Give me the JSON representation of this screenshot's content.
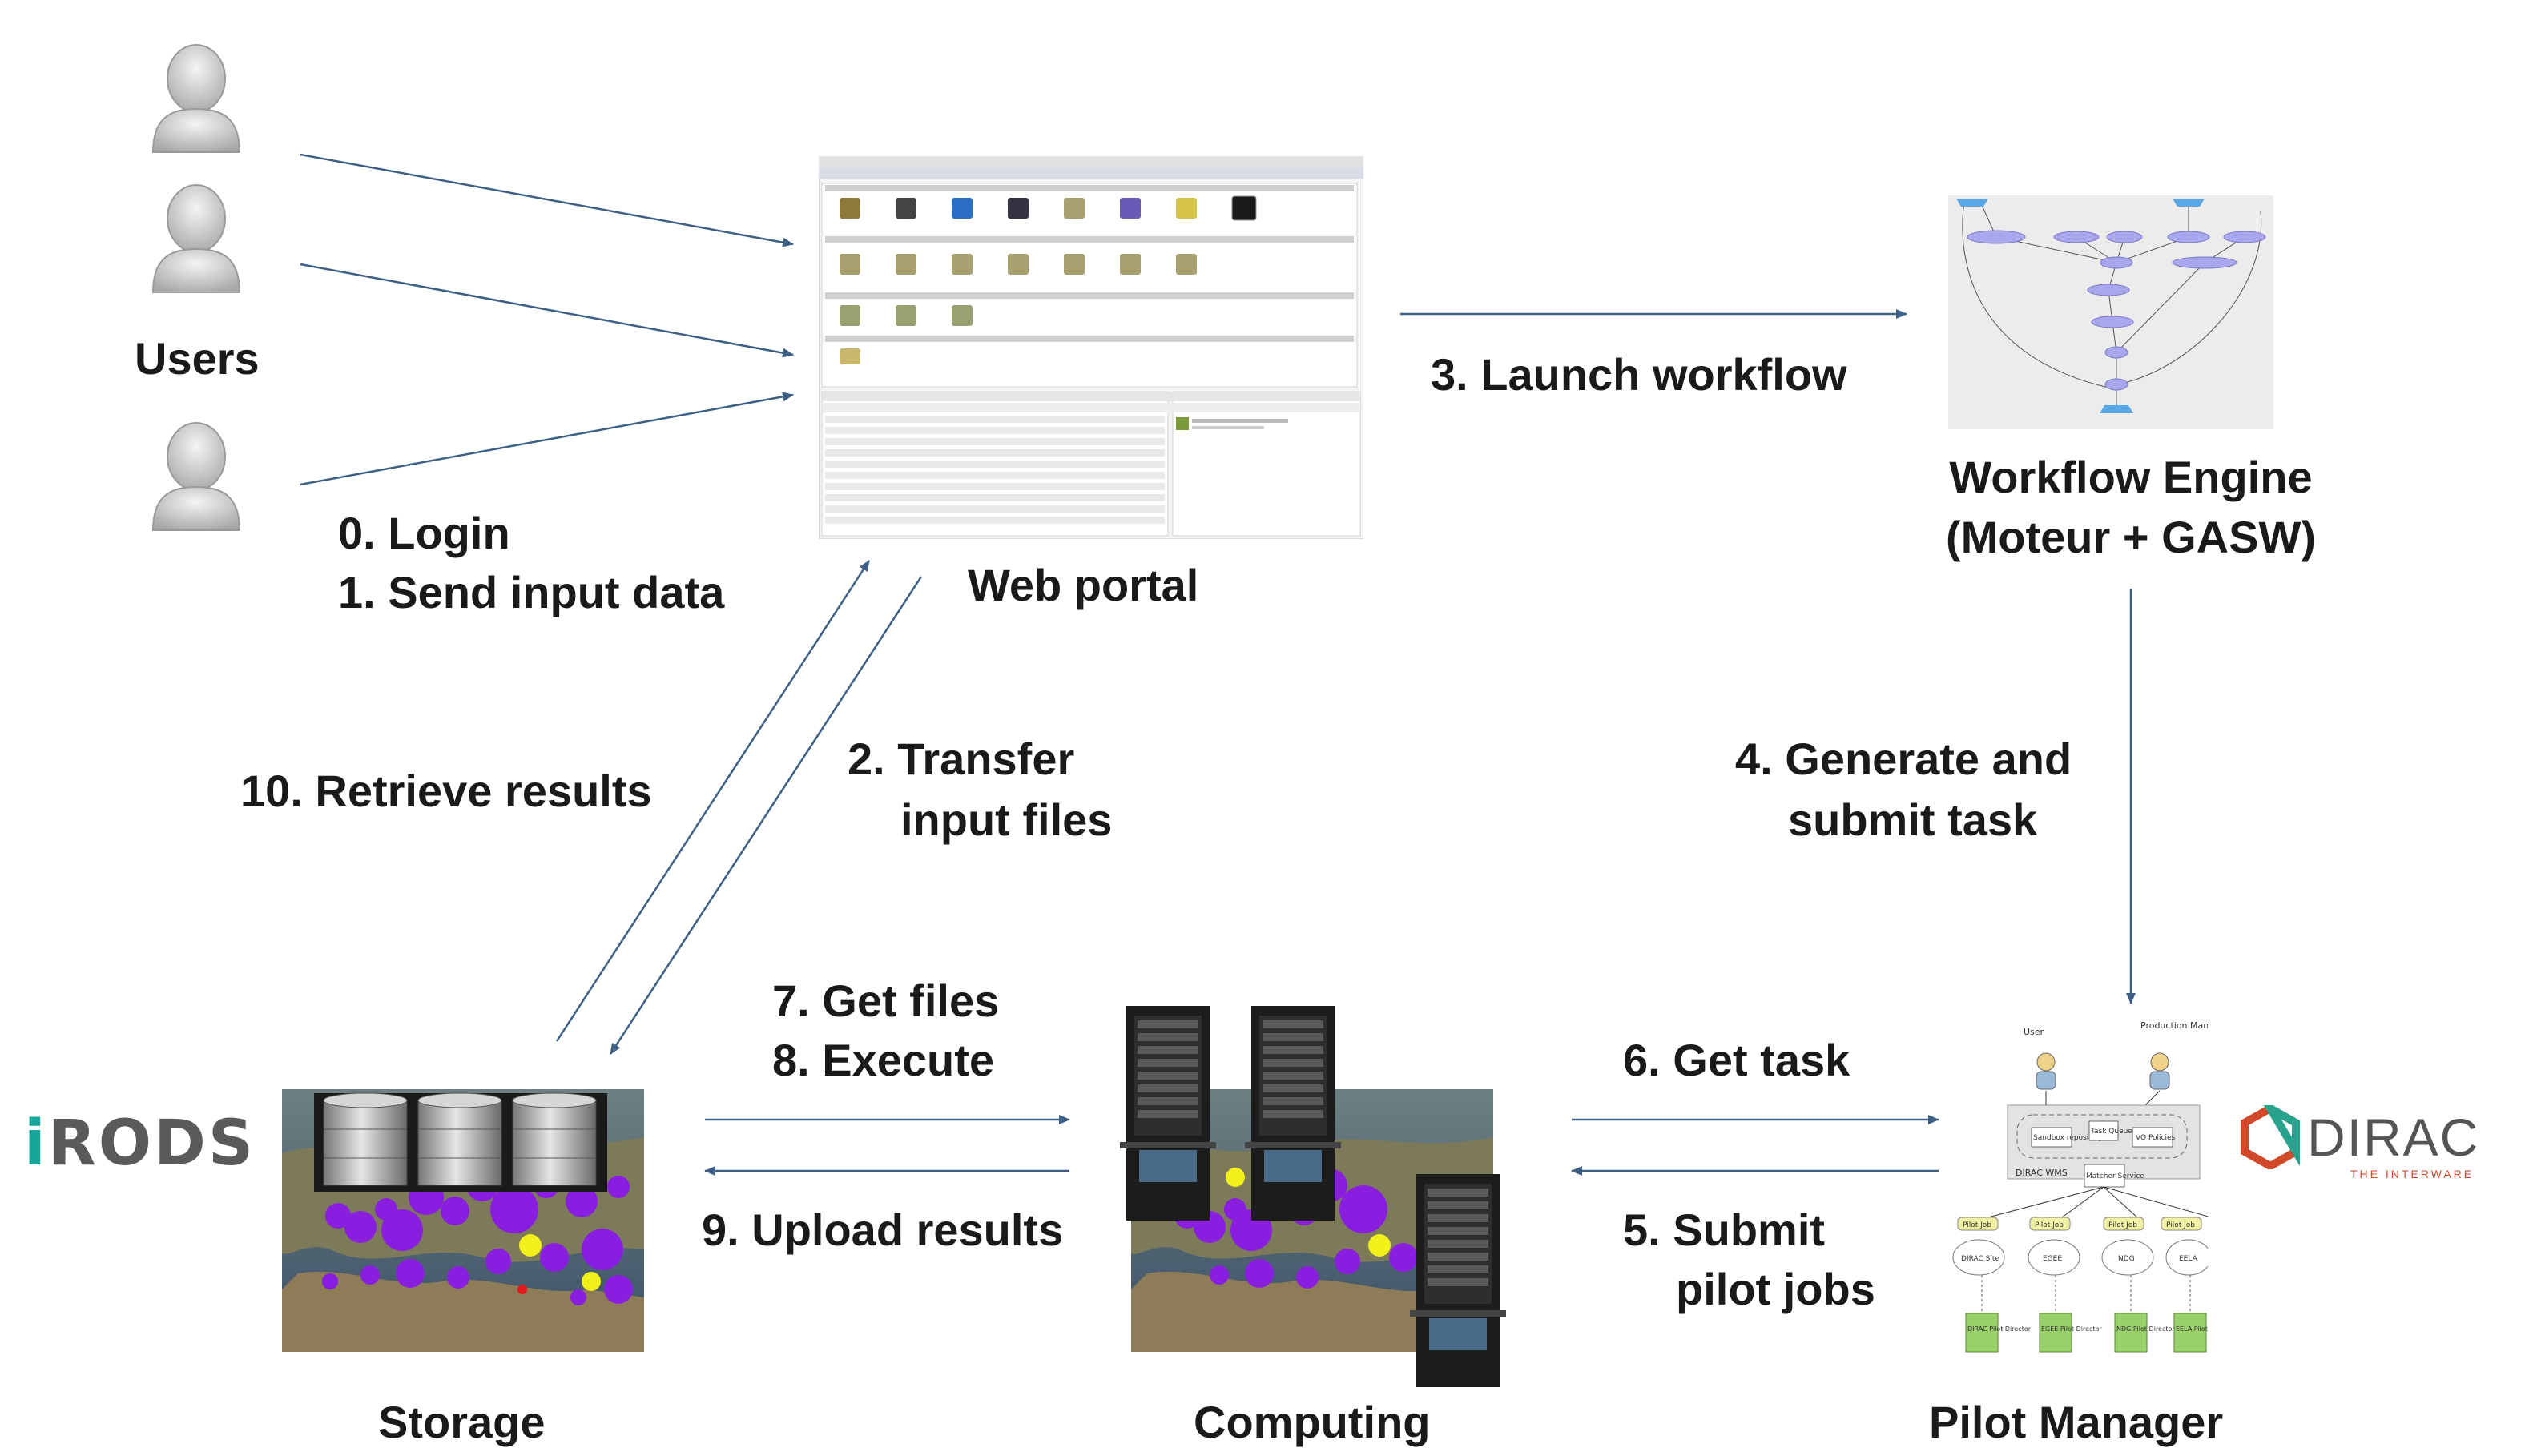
{
  "users": {
    "label": "Users",
    "count": 3,
    "icon": "user-icon"
  },
  "steps": {
    "login": "0. Login",
    "send_input": "1. Send input data",
    "transfer_1": "2. Transfer",
    "transfer_2": "input files",
    "launch": "3. Launch workflow",
    "generate_1": "4. Generate and",
    "generate_2": "submit task",
    "submit_pilot_1": "5. Submit",
    "submit_pilot_2": "pilot jobs",
    "get_task": "6. Get task",
    "get_files": "7. Get files",
    "execute": "8. Execute",
    "upload": "9. Upload results",
    "retrieve": "10. Retrieve results"
  },
  "nodes": {
    "web_portal": "Web portal",
    "workflow_engine_1": "Workflow Engine",
    "workflow_engine_2": "(Moteur + GASW)",
    "storage": "Storage",
    "computing": "Computing",
    "pilot_manager": "Pilot Manager"
  },
  "logos": {
    "irods": "iRODS",
    "dirac": "DIRAC",
    "dirac_tagline": "THE INTERWARE"
  },
  "pilot_diagram": {
    "user": "User",
    "production_manager": "Production Manager",
    "dirac_wms": "DIRAC WMS",
    "sandbox": "Sandbox repository",
    "task_queue": "Task Queue",
    "vo_policies": "VO Policies",
    "matcher": "Matcher Service",
    "pilot_job": "Pilot Job",
    "sites": [
      "DIRAC Site",
      "EGEE",
      "NDG",
      "EELA"
    ],
    "directors": [
      "DIRAC Pilot Director",
      "EGEE Pilot Director",
      "NDG Pilot Director",
      "EELA Pilot Director"
    ]
  },
  "colors": {
    "arrow": "#3d5f86",
    "user_icon": "#c9c9c9",
    "irods_accent": "#19a59a",
    "dirac_orange": "#d04a2a",
    "dirac_green": "#2aa38e",
    "map_purple": "#8a1ee0",
    "map_yellow": "#f2f01a"
  }
}
